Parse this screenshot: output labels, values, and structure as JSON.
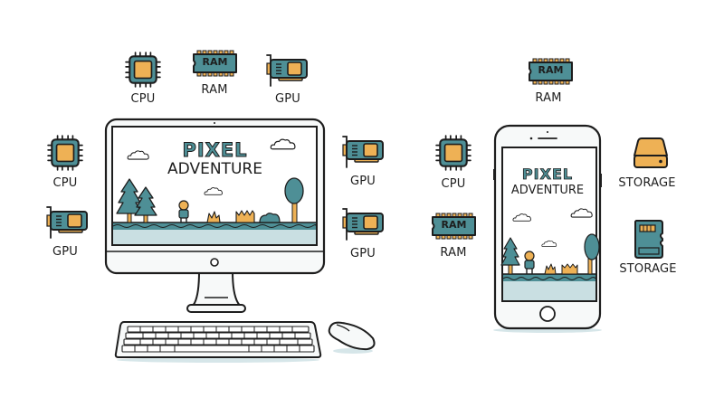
{
  "colors": {
    "teal": "#4e8f96",
    "orange": "#eeb155",
    "outline": "#1d1d1d",
    "water": "#c9dfe2",
    "shadow": "#d6e6e9",
    "background": "#ffffff"
  },
  "desktop": {
    "screen": {
      "title_line1": "PIXEL",
      "title_line2": "ADVENTURE"
    },
    "components": [
      {
        "label": "CPU",
        "icon": "cpu-chip-icon"
      },
      {
        "label": "RAM",
        "icon": "ram-module-icon"
      },
      {
        "label": "GPU",
        "icon": "gpu-card-icon"
      },
      {
        "label": "CPU",
        "icon": "cpu-chip-icon"
      },
      {
        "label": "GPU",
        "icon": "gpu-card-icon"
      },
      {
        "label": "GPU",
        "icon": "gpu-card-icon"
      },
      {
        "label": "GPU",
        "icon": "gpu-card-icon"
      }
    ],
    "ram_chip_text": "RAM"
  },
  "phone": {
    "screen": {
      "title_line1": "PIXEL",
      "title_line2": "ADVENTURE"
    },
    "components": [
      {
        "label": "RAM",
        "icon": "ram-module-icon"
      },
      {
        "label": "CPU",
        "icon": "cpu-chip-icon"
      },
      {
        "label": "RAM",
        "icon": "ram-module-icon"
      },
      {
        "label": "STORAGE",
        "icon": "hard-drive-icon"
      },
      {
        "label": "STORAGE",
        "icon": "sd-card-icon"
      }
    ],
    "ram_chip_text": "RAM"
  }
}
